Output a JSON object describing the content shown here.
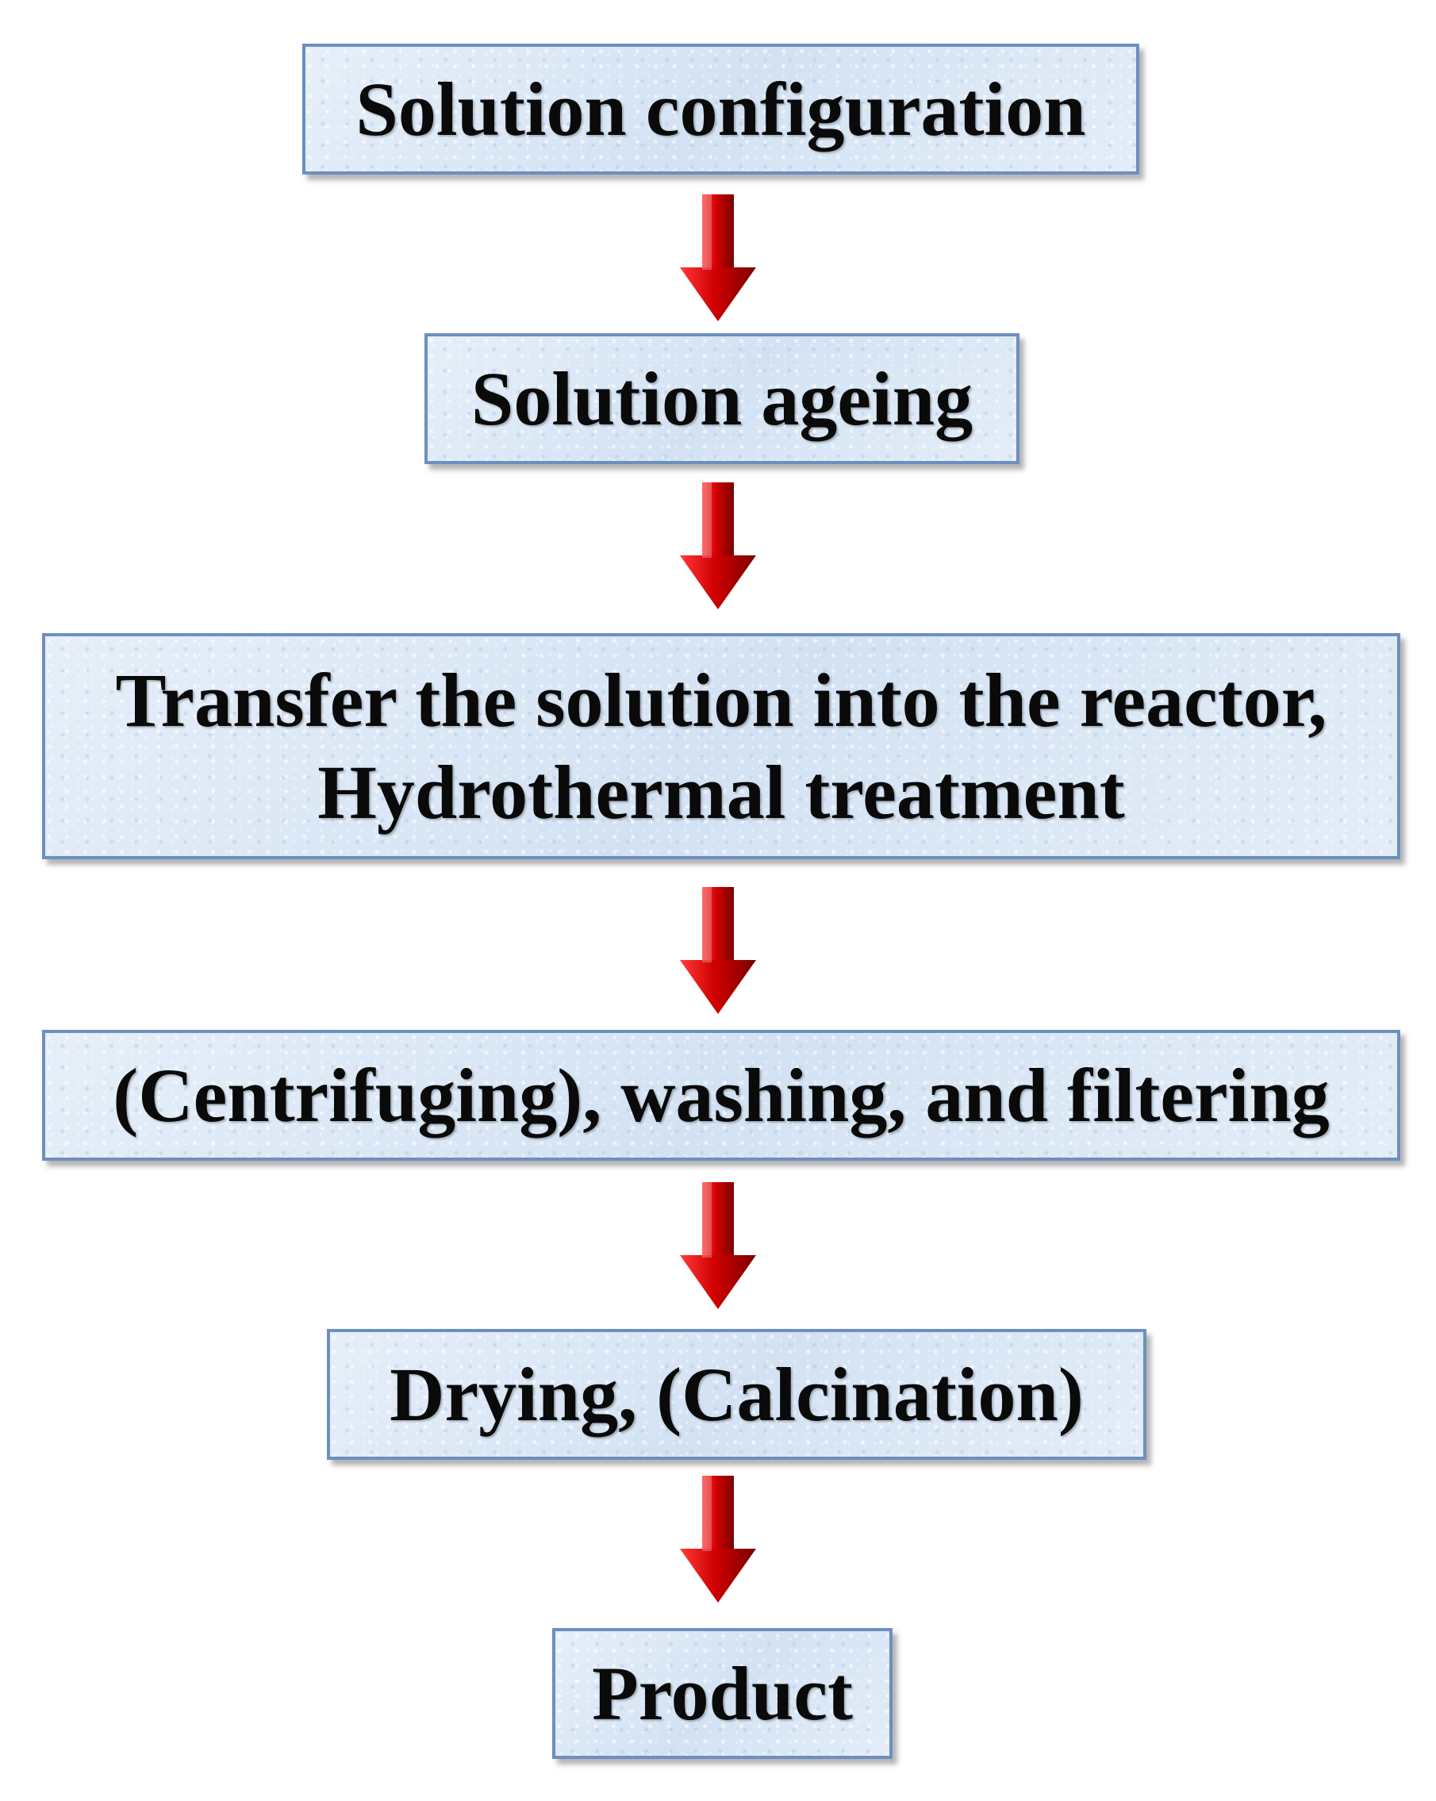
{
  "steps": [
    {
      "lines": [
        "Solution configuration"
      ]
    },
    {
      "lines": [
        "Solution ageing"
      ]
    },
    {
      "lines": [
        "Transfer the solution into the reactor,",
        "Hydrothermal treatment"
      ]
    },
    {
      "lines": [
        "(Centrifuging), washing, and filtering"
      ]
    },
    {
      "lines": [
        "Drying, (Calcination)"
      ]
    },
    {
      "lines": [
        "Product"
      ]
    }
  ],
  "colors": {
    "box_fill": "#dde9f6",
    "box_border": "#6d8fc0",
    "arrow": "#d10000",
    "text": "#0a0a0a"
  },
  "icons": [
    "arrow-down-icon"
  ]
}
